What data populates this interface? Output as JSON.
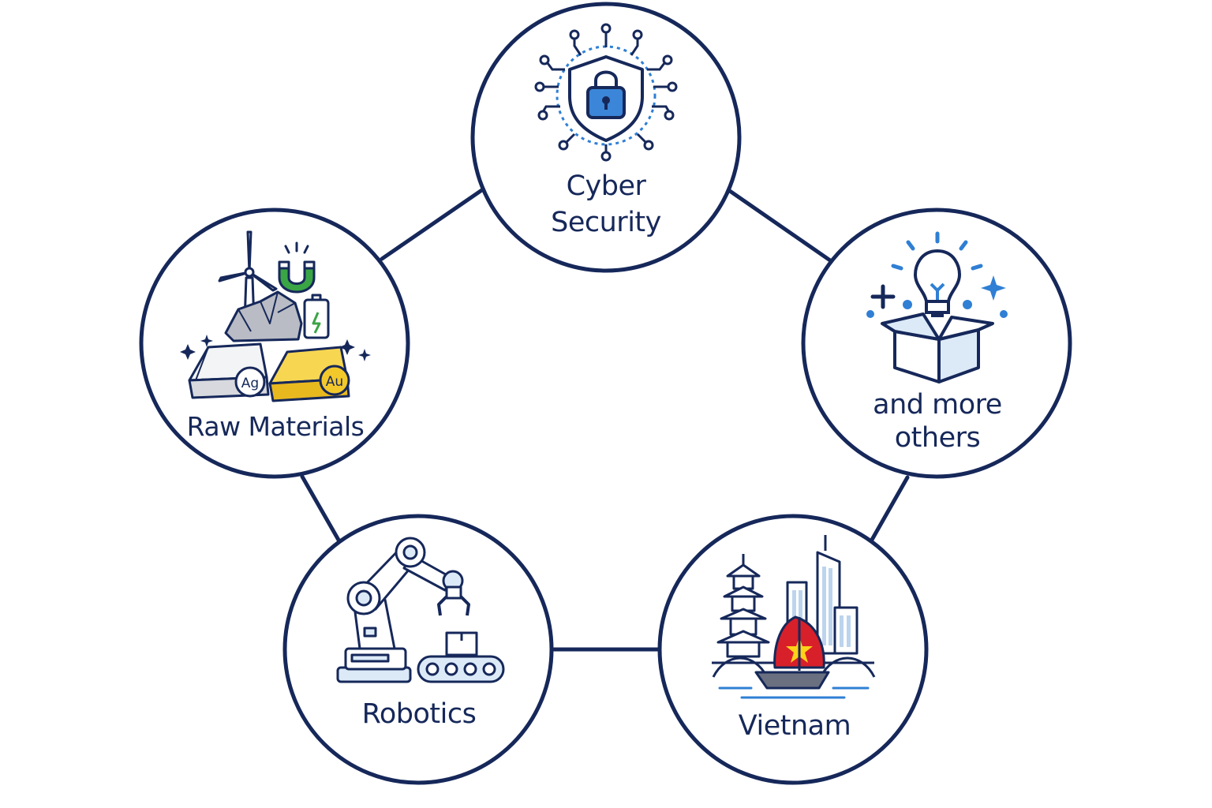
{
  "colors": {
    "navy": "#16285a",
    "blue": "#2f7fd4",
    "light_blue": "#dceaf8",
    "gold": "#f3c82b",
    "silver": "#e4e6ea",
    "green": "#3aa545",
    "red": "#d8202a",
    "star": "#ffd21a"
  },
  "nodes": [
    {
      "id": "cyber",
      "label_lines": [
        "Cyber",
        "Security"
      ],
      "icon": "shield-lock-circuit-icon"
    },
    {
      "id": "more",
      "label_lines": [
        "and more",
        "others"
      ],
      "icon": "lightbulb-box-icon"
    },
    {
      "id": "vietnam",
      "label_lines": [
        "Vietnam"
      ],
      "icon": "vietnam-skyline-boat-icon"
    },
    {
      "id": "robotics",
      "label_lines": [
        "Robotics"
      ],
      "icon": "robot-arm-conveyor-icon"
    },
    {
      "id": "raw",
      "label_lines": [
        "Raw Materials"
      ],
      "icon": "metals-minerals-icon"
    }
  ],
  "badges": {
    "silver": "Ag",
    "gold": "Au"
  }
}
